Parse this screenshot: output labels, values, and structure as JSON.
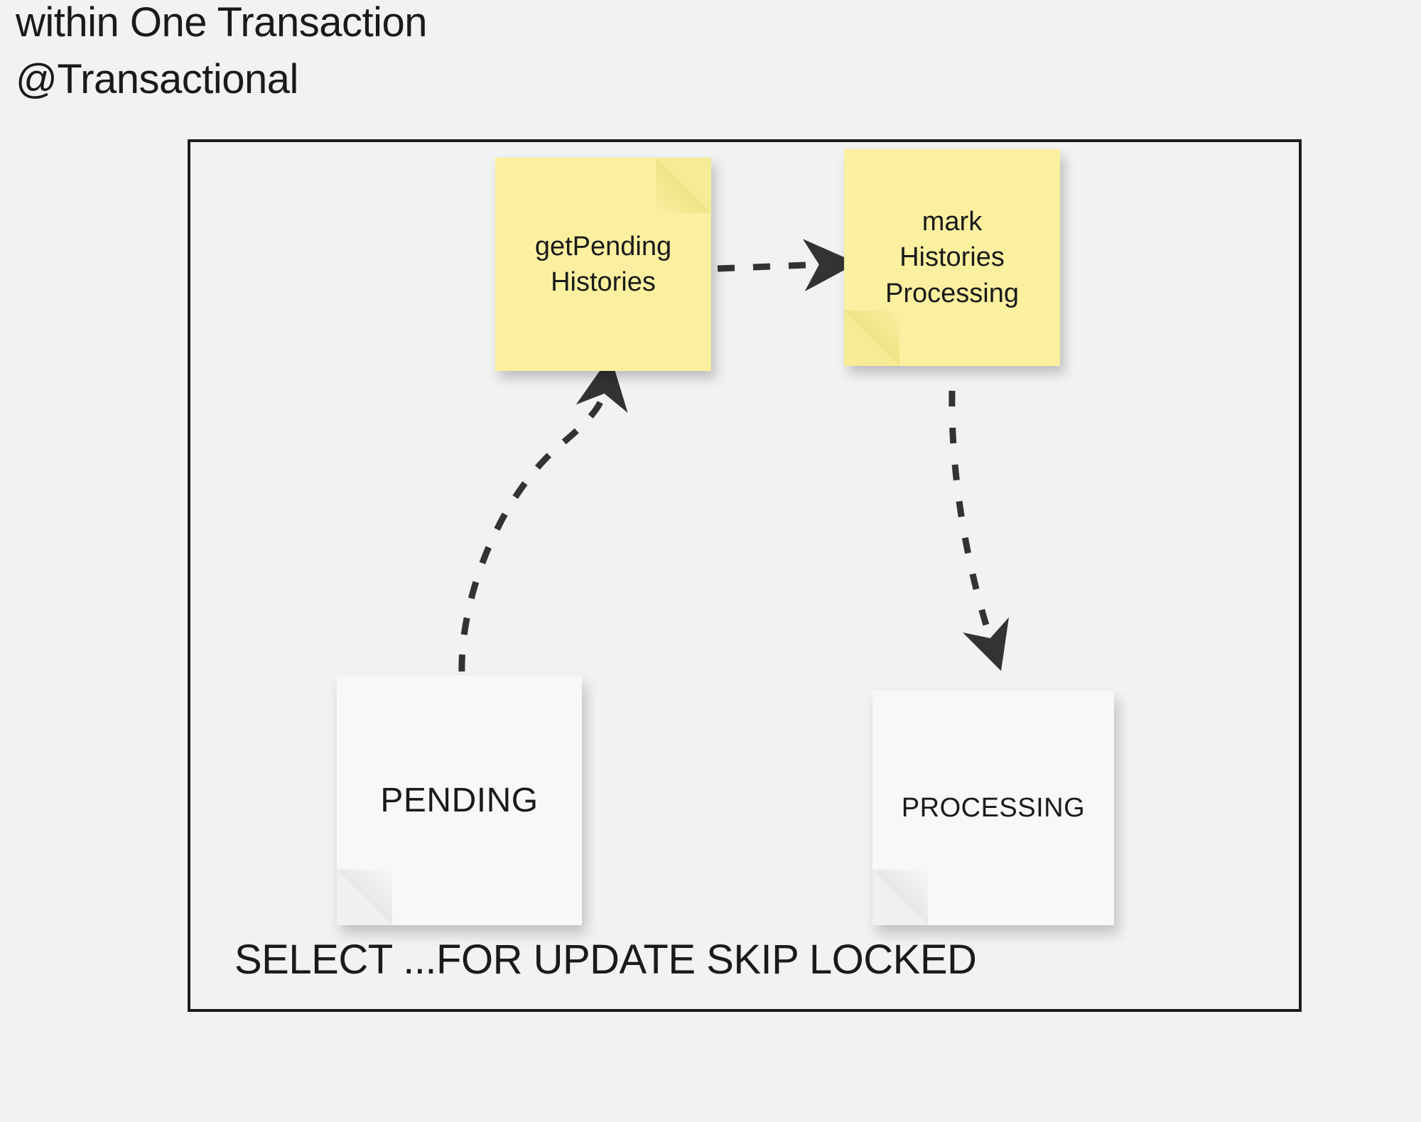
{
  "page": {
    "background_color": "#f2f2f2",
    "heading_lines": [
      "within One Transaction",
      "@Transactional"
    ]
  },
  "frame": {
    "name": "transaction-boundary",
    "border_color": "#1c1c1c",
    "caption": "SELECT ...FOR UPDATE SKIP LOCKED"
  },
  "notes": {
    "get_pending": {
      "text": "getPending\nHistories",
      "color": "#faf0a0",
      "kind": "sticky-note-yellow"
    },
    "mark_processing": {
      "text": "mark\nHistories\nProcessing",
      "color": "#faf0a0",
      "kind": "sticky-note-yellow"
    },
    "pending_state": {
      "text": "PENDING",
      "color": "#f7f8f9",
      "kind": "sticky-note-white"
    },
    "processing_state": {
      "text": "PROCESSING",
      "color": "#f7f8f9",
      "kind": "sticky-note-white"
    }
  },
  "arrows": [
    {
      "name": "get-pending-to-mark-processing",
      "style": "dashed",
      "direction": "right",
      "color": "#333333",
      "from": "getPending Histories",
      "to": "mark Histories Processing"
    },
    {
      "name": "pending-to-get-pending",
      "style": "dashed-curved",
      "direction": "up",
      "color": "#333333",
      "from": "PENDING",
      "to": "getPending Histories"
    },
    {
      "name": "mark-processing-to-processing",
      "style": "dashed-curved",
      "direction": "down",
      "color": "#333333",
      "from": "mark Histories Processing",
      "to": "PROCESSING"
    }
  ]
}
